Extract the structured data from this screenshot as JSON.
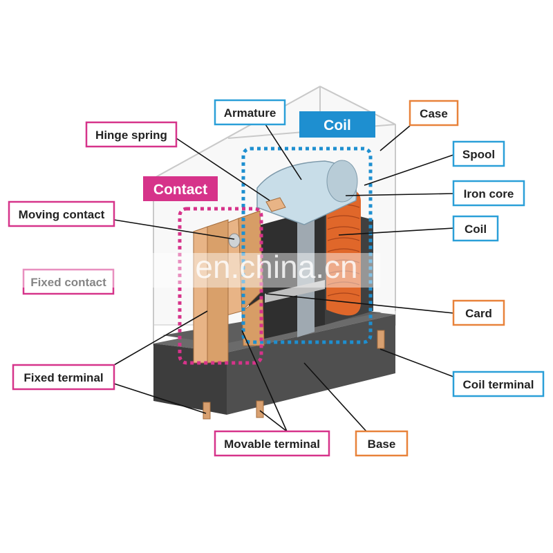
{
  "colors": {
    "blue_label": "#2a9fd8",
    "orange_label": "#e8823a",
    "magenta_label": "#d6338a",
    "coil_banner": "#1e8fd0",
    "contact_banner": "#d6338a",
    "coil_winding": "#e0672a",
    "copper": "#e8b486",
    "base": "#4a4a4a"
  },
  "groups": {
    "coil": "Coil",
    "contact": "Contact"
  },
  "labels": {
    "armature": "Armature",
    "case": "Case",
    "hinge_spring": "Hinge spring",
    "spool": "Spool",
    "iron_core": "Iron core",
    "moving_contact": "Moving contact",
    "coil": "Coil",
    "fixed_contact": "Fixed contact",
    "card": "Card",
    "fixed_terminal": "Fixed terminal",
    "coil_terminal": "Coil terminal",
    "movable_terminal": "Movable terminal",
    "base": "Base"
  },
  "watermark": "en.china.cn"
}
